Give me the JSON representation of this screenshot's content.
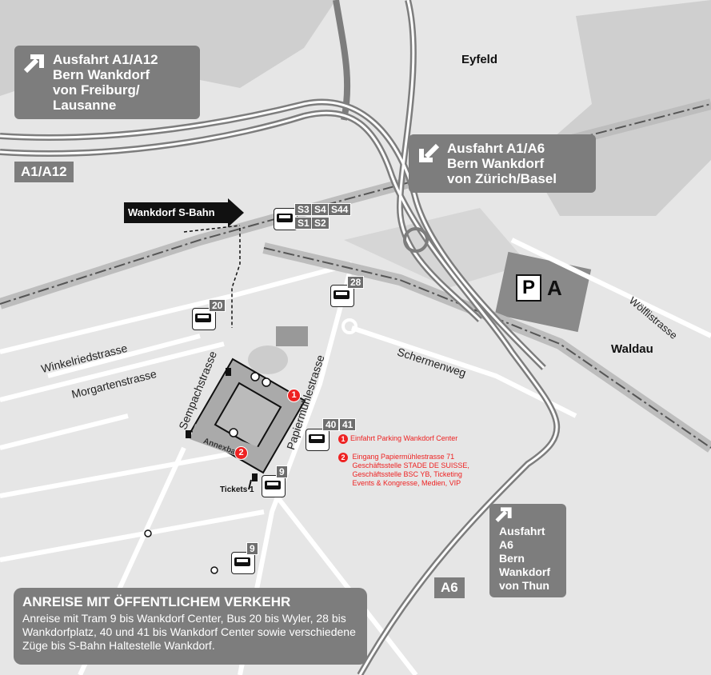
{
  "exits": {
    "a1a12": {
      "lines": [
        "Ausfahrt A1/A12",
        "Bern Wankdorf",
        "von Freiburg/",
        "Lausanne"
      ]
    },
    "a1a6": {
      "lines": [
        "Ausfahrt A1/A6",
        "Bern Wankdorf",
        "von Zürich/Basel"
      ]
    },
    "a6": {
      "lines": [
        "Ausfahrt A6",
        "Bern Wankdorf",
        "von Thun"
      ]
    }
  },
  "highways": {
    "a1a12": "A1/A12",
    "a6": "A6"
  },
  "places": {
    "eyfeld": "Eyfeld",
    "waldau": "Waldau"
  },
  "streets": {
    "woelfli": "Wölflistrasse",
    "schermen": "Schermenweg",
    "winkelried": "Winkelriedstrasse",
    "morgarten": "Morgartenstrasse",
    "sempach": "Sempachstrasse",
    "papiermuehle": "Papiermühlestrasse",
    "annexbau": "Annexbau"
  },
  "sbahn": {
    "label": "Wankdorf S-Bahn",
    "lines": [
      "S3",
      "S4",
      "S44",
      "S1",
      "S2"
    ]
  },
  "stops": {
    "bus28": "28",
    "bus20": "20",
    "bus40": "40",
    "bus41": "41",
    "tram9a": "9",
    "tram9b": "9"
  },
  "parking": {
    "p": "P",
    "a": "A"
  },
  "tickets": "Tickets 1",
  "legend": [
    {
      "num": "1",
      "text": "Einfahrt Parking Wankdorf Center"
    },
    {
      "num": "2",
      "lines": [
        "Eingang Papiermühlestrasse 71",
        "Geschäftsstelle STADE DE SUISSE,",
        "Geschäftsstelle BSC YB, Ticketing",
        "Events & Kongresse, Medien, VIP"
      ]
    }
  ],
  "info": {
    "title": "ANREISE MIT ÖFFENTLICHEM VERKEHR",
    "text": "Anreise mit Tram 9 bis Wankdorf Center, Bus 20 bis Wyler, 28 bis Wankdorfplatz, 40 und 41 bis Wankdorf Center sowie verschiedene Züge bis S-Bahn Haltestelle Wankdorf."
  },
  "colors": {
    "accent": "#e22222",
    "box": "#7d7d7d"
  }
}
